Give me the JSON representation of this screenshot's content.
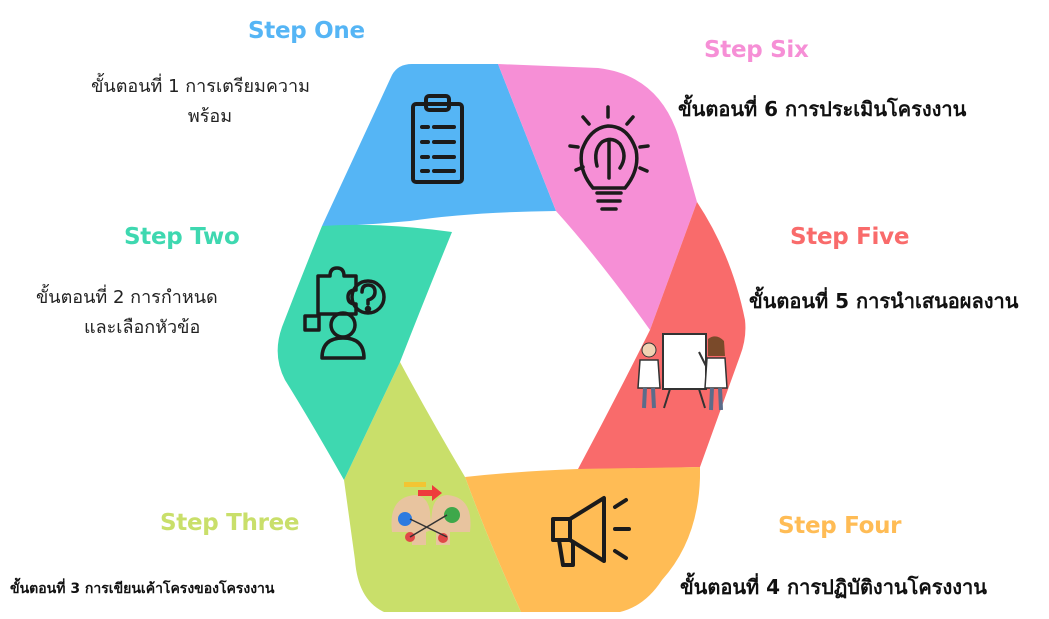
{
  "colors": {
    "step_one": "#55b5f5",
    "step_two": "#3ed8b0",
    "step_three": "#c9df6a",
    "step_four": "#ffbc55",
    "step_five": "#f96b6b",
    "step_six": "#f68fd6"
  },
  "steps": [
    {
      "key": "one",
      "title": "Step One",
      "description_lines": [
        "ขั้นตอนที่ 1 การเตรียมความ",
        "พร้อม"
      ],
      "icon": "clipboard-icon"
    },
    {
      "key": "two",
      "title": "Step Two",
      "description_lines": [
        "ขั้นตอนที่ 2 การกำหนด",
        "และเลือกหัวข้อ"
      ],
      "icon": "puzzle-question-person-icon"
    },
    {
      "key": "three",
      "title": "Step Three",
      "description_lines": [
        "ขั้นตอนที่ 3 การเขียนเค้าโครงของโครงงาน"
      ],
      "icon": "heads-gears-icon"
    },
    {
      "key": "four",
      "title": "Step Four",
      "description_lines": [
        "ขั้นตอนที่ 4 การปฏิบัติงานโครงงาน"
      ],
      "icon": "megaphone-icon"
    },
    {
      "key": "five",
      "title": "Step Five",
      "description_lines": [
        "ขั้นตอนที่ 5 การนำเสนอผลงาน"
      ],
      "icon": "presentation-people-icon"
    },
    {
      "key": "six",
      "title": "Step Six",
      "description_lines": [
        "ขั้นตอนที่ 6 การประเมินโครงงาน"
      ],
      "icon": "brain-lightbulb-icon"
    }
  ]
}
